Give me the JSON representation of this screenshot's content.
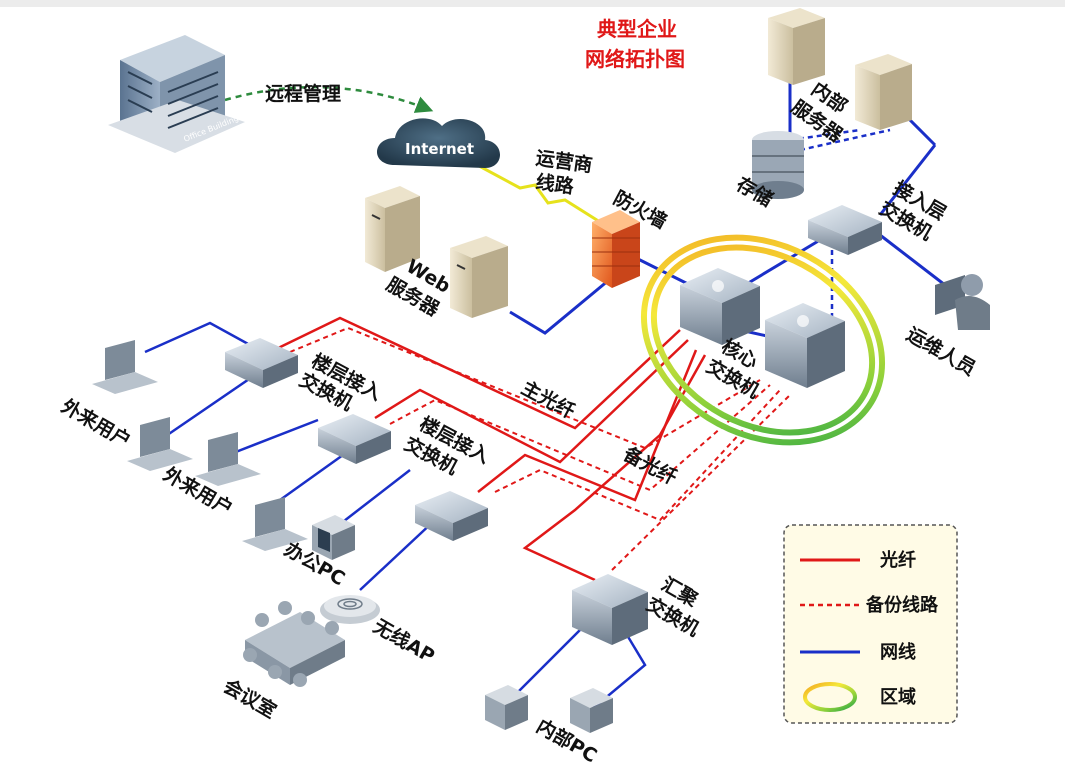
{
  "title": {
    "line1": "典型企业",
    "line2": "网络拓扑图"
  },
  "labels": {
    "remote_mgmt": "远程管理",
    "internet": "Internet",
    "office_building_caption": "Office Building",
    "isp_line": [
      "运营商",
      "线路"
    ],
    "firewall": "防火墙",
    "internal_servers": [
      "内部",
      "服务器"
    ],
    "storage": "存储",
    "access_switch": [
      "接入层",
      "交换机"
    ],
    "web_servers": [
      "Web",
      "服务器"
    ],
    "ops_staff": "运维人员",
    "core_switch": [
      "核心",
      "交换机"
    ],
    "floor_switch_1": [
      "楼层接入",
      "交换机"
    ],
    "floor_switch_2": [
      "楼层接入",
      "交换机"
    ],
    "main_fiber": "主光纤",
    "backup_fiber": "备光纤",
    "guest_user_1": "外来用户",
    "guest_user_2": "外来用户",
    "office_pc": "办公PC",
    "wireless_ap": "无线AP",
    "meeting_room": "会议室",
    "aggregation_switch": [
      "汇聚",
      "交换机"
    ],
    "internal_pc": "内部PC"
  },
  "legend": {
    "items": [
      {
        "label": "光纤",
        "kind": "fiber",
        "color": "#e01818"
      },
      {
        "label": "备份线路",
        "kind": "backup",
        "color": "#e01818"
      },
      {
        "label": "网线",
        "kind": "cable",
        "color": "#1a2fc8"
      },
      {
        "label": "区域",
        "kind": "zone",
        "color": "#9bd02a"
      }
    ]
  },
  "colors": {
    "fiber": "#e01818",
    "cable": "#1a2fc8",
    "remote": "#2e8b3e",
    "title": "#e01818"
  }
}
